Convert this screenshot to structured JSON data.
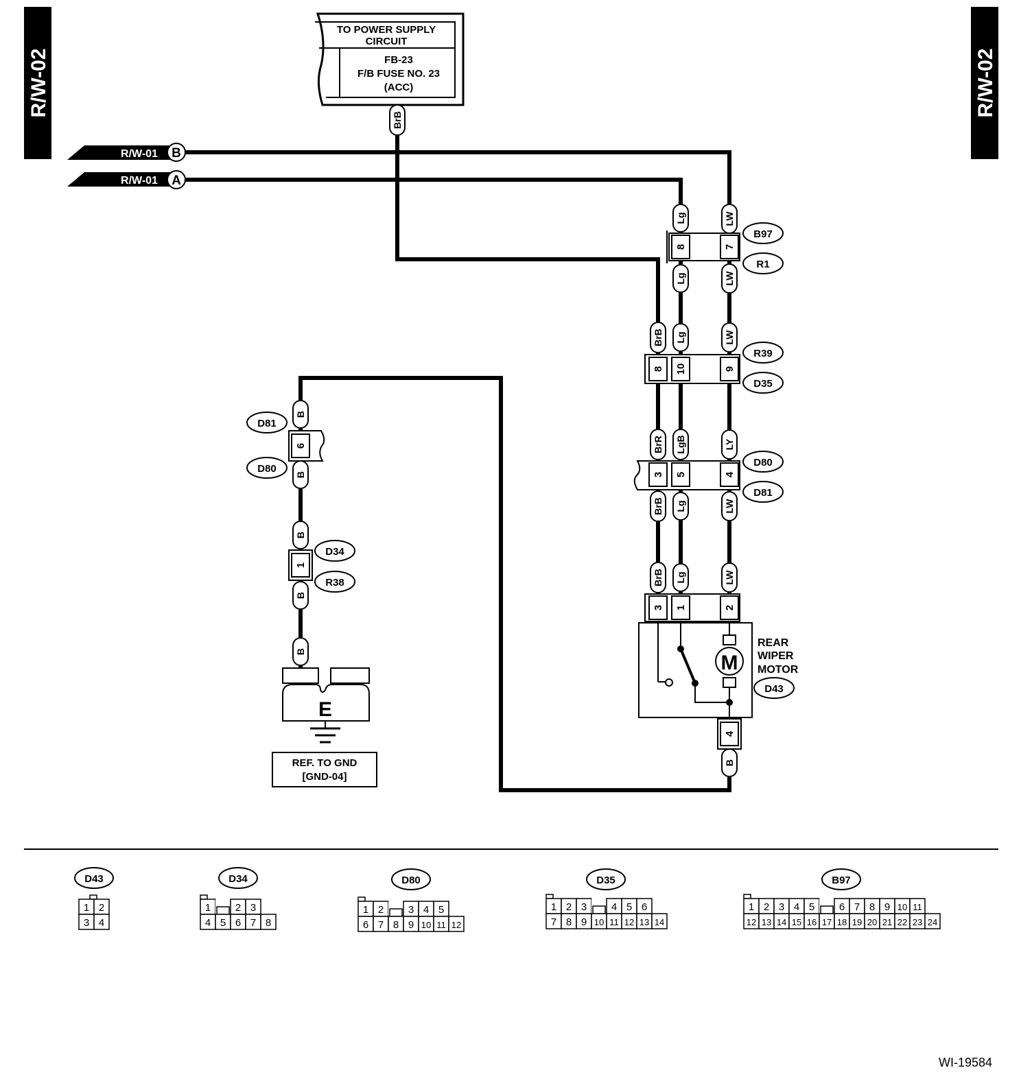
{
  "page_tab": "R/W-02",
  "figure_id": "WI-19584",
  "power_supply": {
    "header": [
      "TO POWER SUPPLY",
      "CIRCUIT"
    ],
    "fuse": [
      "FB-23",
      "F/B FUSE NO. 23",
      "(ACC)"
    ]
  },
  "inputs": [
    {
      "ref": "R/W-01",
      "marker": "B",
      "wire": "LW"
    },
    {
      "ref": "R/W-01",
      "marker": "A",
      "wire": "Lg"
    }
  ],
  "connectors": {
    "B97": "B97",
    "R1": "R1",
    "R39": "R39",
    "D35": "D35",
    "D80": "D80",
    "D81": "D81",
    "D34": "D34",
    "R38": "R38",
    "D43": "D43"
  },
  "wire_colors": {
    "BrB": "BrB",
    "Lg": "Lg",
    "LW": "LW",
    "BrR": "BrR",
    "LgB": "LgB",
    "LY": "LY",
    "B": "B"
  },
  "pins": {
    "b97_lg": "8",
    "b97_lw": "7",
    "r39_brb": "8",
    "r39_lg": "10",
    "r39_lw": "9",
    "d80_brr": "3",
    "d80_lgb": "5",
    "d80_ly": "4",
    "d43_brb": "3",
    "d43_lg": "1",
    "d43_lw": "2",
    "d43_gnd": "4",
    "d81_gnd": "6",
    "d34_gnd": "1"
  },
  "motor": {
    "symbol": "M",
    "label": [
      "REAR",
      "WIPER",
      "MOTOR"
    ]
  },
  "ground": {
    "symbol": "E",
    "ref": [
      "REF. TO GND",
      "[GND-04]"
    ]
  },
  "connector_views": [
    {
      "name": "D43",
      "rows": [
        [
          "1",
          "2"
        ],
        [
          "3",
          "4"
        ]
      ]
    },
    {
      "name": "D34",
      "rows": [
        [
          "1",
          "",
          "2",
          "3"
        ],
        [
          "4",
          "5",
          "6",
          "7",
          "8"
        ]
      ]
    },
    {
      "name": "D80",
      "rows": [
        [
          "1",
          "2",
          "",
          "3",
          "4",
          "5"
        ],
        [
          "6",
          "7",
          "8",
          "9",
          "10",
          "11",
          "12"
        ]
      ]
    },
    {
      "name": "D35",
      "rows": [
        [
          "1",
          "2",
          "3",
          "",
          "4",
          "5",
          "6"
        ],
        [
          "7",
          "8",
          "9",
          "10",
          "11",
          "12",
          "13",
          "14"
        ]
      ]
    },
    {
      "name": "B97",
      "rows": [
        [
          "1",
          "2",
          "3",
          "4",
          "5",
          "",
          "6",
          "7",
          "8",
          "9",
          "10",
          "11"
        ],
        [
          "12",
          "13",
          "14",
          "15",
          "16",
          "17",
          "18",
          "19",
          "20",
          "21",
          "22",
          "23",
          "24"
        ]
      ]
    }
  ]
}
